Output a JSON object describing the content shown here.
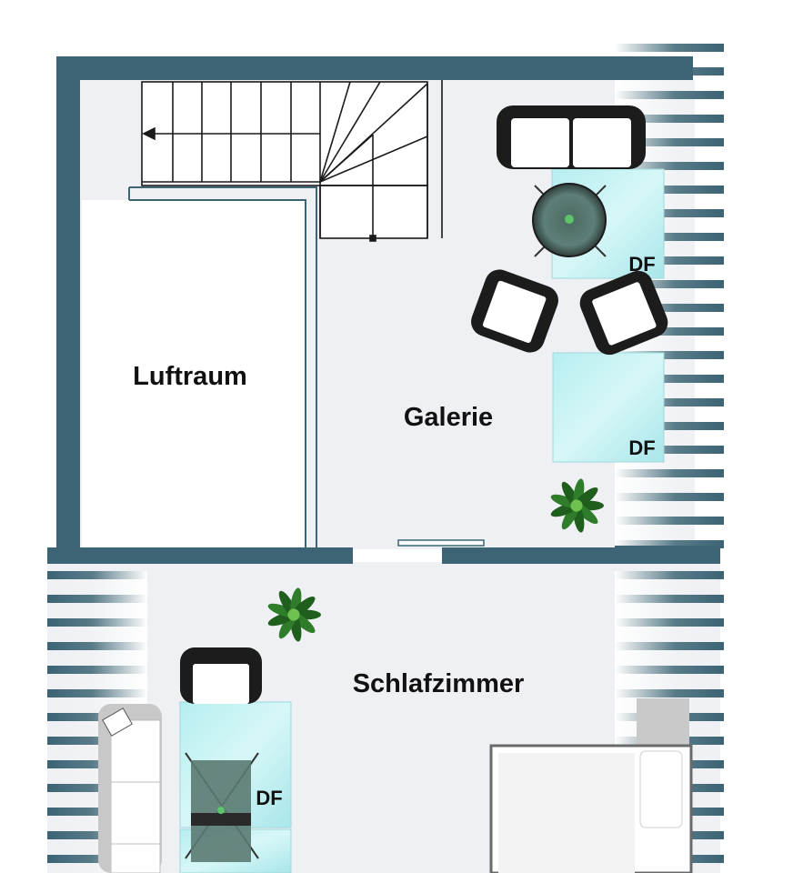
{
  "floorplan": {
    "rooms": {
      "luftraum": "Luftraum",
      "galerie": "Galerie",
      "schlafzimmer": "Schlafzimmer"
    },
    "skylight_label": "DF",
    "skylights": [
      "DF",
      "DF",
      "DF"
    ],
    "colors": {
      "wall": "#3c6474",
      "floor": "#eef0f3",
      "skylight": "#c2eef0",
      "furniture": "#1c1c1c",
      "plant": "#2f7d2a"
    }
  }
}
